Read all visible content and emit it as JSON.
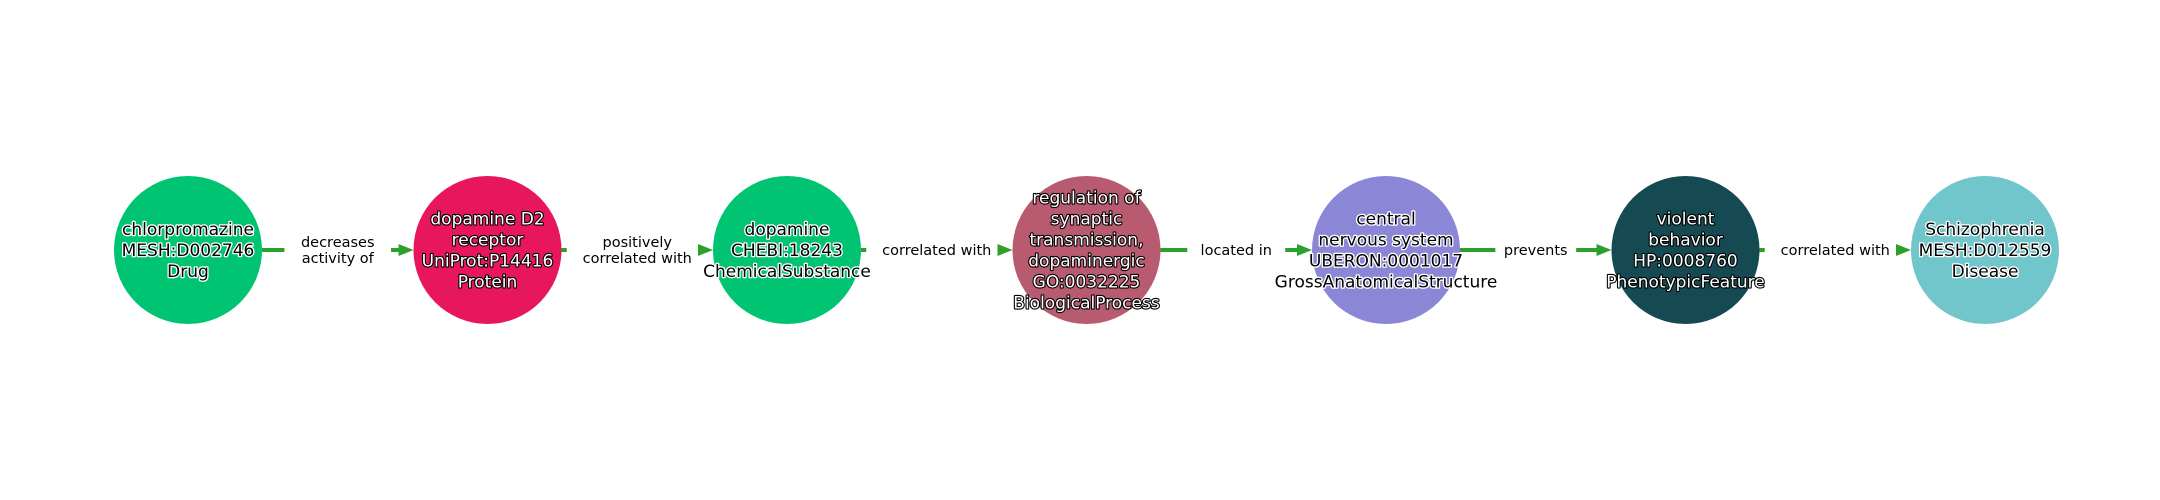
{
  "diagram": {
    "nodes": [
      {
        "id": "n0",
        "lines": [
          "chlorpromazine",
          "MESH:D002746",
          "Drug"
        ],
        "color": "#00c472",
        "text_style": "dark"
      },
      {
        "id": "n1",
        "lines": [
          "dopamine D2",
          "receptor",
          "UniProt:P14416",
          "Protein"
        ],
        "color": "#e8175d",
        "text_style": "light"
      },
      {
        "id": "n2",
        "lines": [
          "dopamine",
          "CHEBI:18243",
          "ChemicalSubstance"
        ],
        "color": "#00c472",
        "text_style": "dark"
      },
      {
        "id": "n3",
        "lines": [
          "regulation of",
          "synaptic",
          "transmission,",
          "dopaminergic",
          "GO:0032225",
          "BiologicalProcess"
        ],
        "color": "#b85a70",
        "text_style": "light"
      },
      {
        "id": "n4",
        "lines": [
          "central",
          "nervous system",
          "UBERON:0001017",
          "GrossAnatomicalStructure"
        ],
        "color": "#8b87d6",
        "text_style": "dark"
      },
      {
        "id": "n5",
        "lines": [
          "violent",
          "behavior",
          "HP:0008760",
          "PhenotypicFeature"
        ],
        "color": "#154a52",
        "text_style": "light"
      },
      {
        "id": "n6",
        "lines": [
          "Schizophrenia",
          "MESH:D012559",
          "Disease"
        ],
        "color": "#70c6cb",
        "text_style": "dark"
      }
    ],
    "edges": [
      {
        "from": 0,
        "to": 1,
        "label": [
          "decreases",
          "activity of"
        ],
        "color": "#2ca02c"
      },
      {
        "from": 1,
        "to": 2,
        "label": [
          "positively",
          "correlated with"
        ],
        "color": "#2ca02c"
      },
      {
        "from": 2,
        "to": 3,
        "label": [
          "correlated with"
        ],
        "color": "#2ca02c"
      },
      {
        "from": 3,
        "to": 4,
        "label": [
          "located in"
        ],
        "color": "#2ca02c"
      },
      {
        "from": 4,
        "to": 5,
        "label": [
          "prevents"
        ],
        "color": "#2ca02c"
      },
      {
        "from": 5,
        "to": 6,
        "label": [
          "correlated with"
        ],
        "color": "#2ca02c"
      }
    ]
  }
}
